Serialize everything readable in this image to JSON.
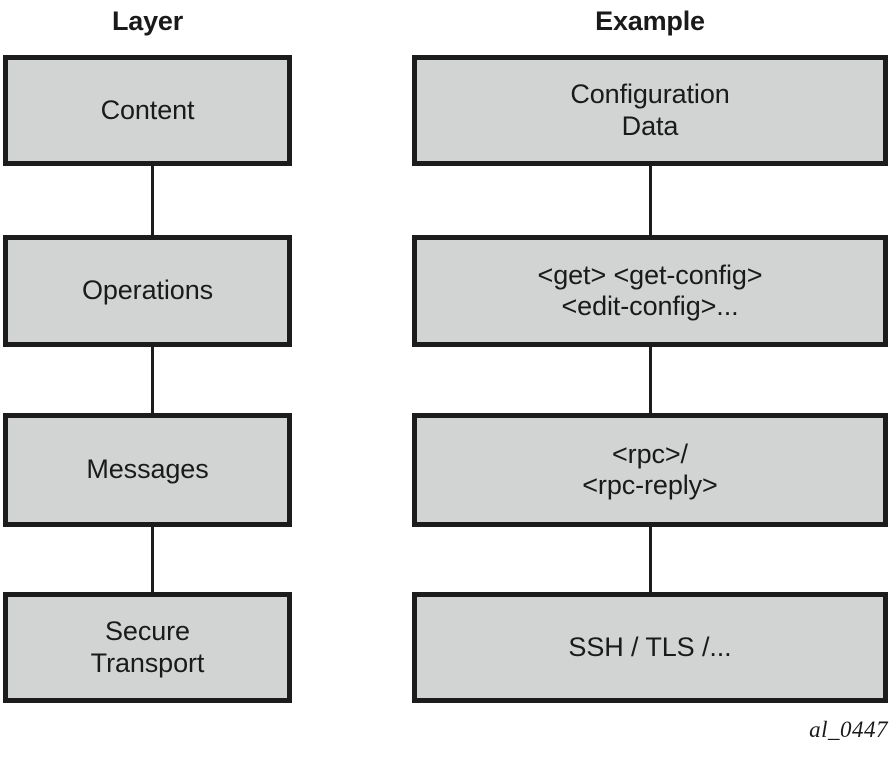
{
  "figure": {
    "caption": "al_0447",
    "colors": {
      "box_fill": "#d2d3d3",
      "box_border": "#1c1c1c",
      "text": "#1a1a1a",
      "background": "#ffffff"
    }
  },
  "columns": {
    "layer": {
      "header": "Layer"
    },
    "example": {
      "header": "Example"
    }
  },
  "rows": [
    {
      "layer": "Content",
      "example": "Configuration\nData"
    },
    {
      "layer": "Operations",
      "example": "<get> <get-config>\n<edit-config>..."
    },
    {
      "layer": "Messages",
      "example": "<rpc>/\n<rpc-reply>"
    },
    {
      "layer": "Secure\nTransport",
      "example": "SSH / TLS /..."
    }
  ]
}
